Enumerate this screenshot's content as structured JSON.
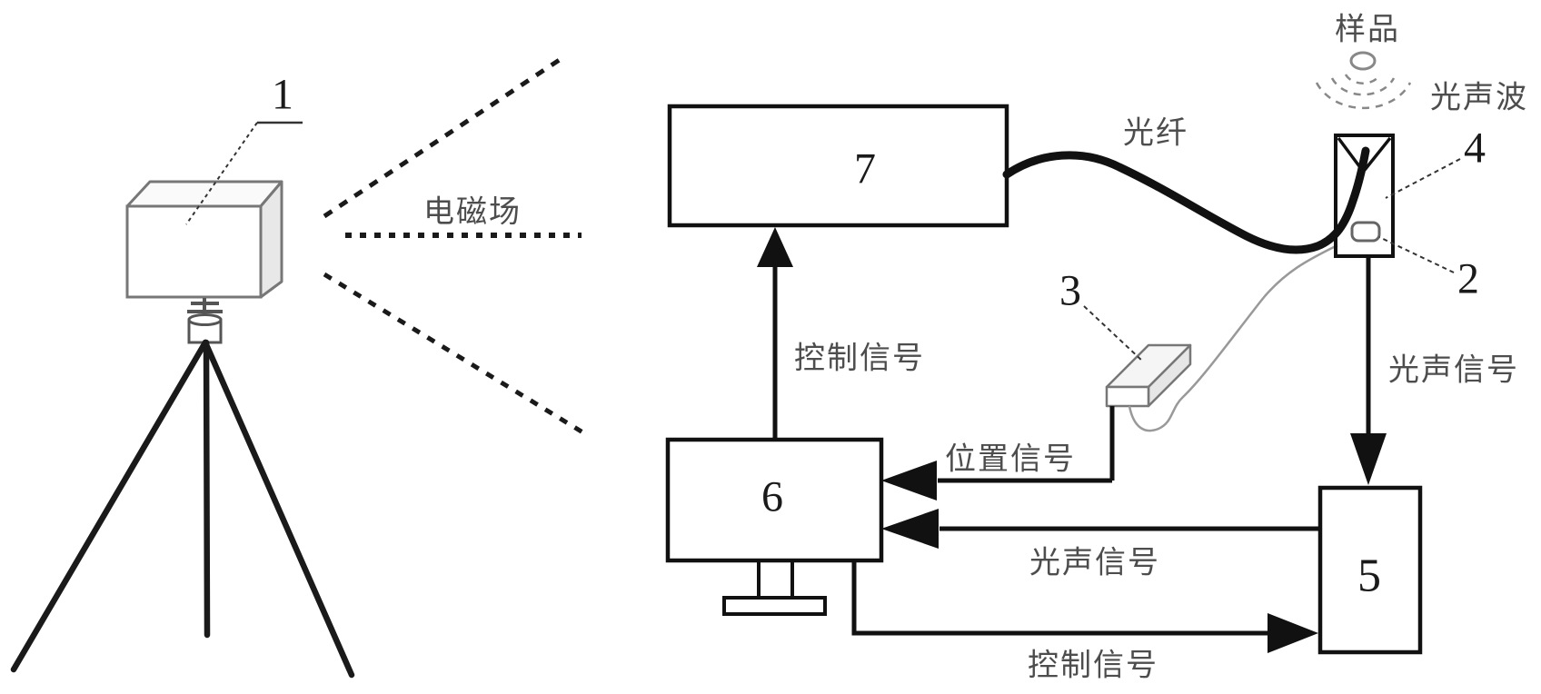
{
  "diagram": {
    "title_context": "photoacoustic-measurement-system-schematic",
    "component_numbers": {
      "n1": "1",
      "n2": "2",
      "n3": "3",
      "n4": "4",
      "n5": "5",
      "n6": "6",
      "n7": "7"
    },
    "labels": {
      "sample": "样品",
      "photoacoustic_wave": "光声波",
      "optical_fiber": "光纤",
      "electromagnetic_field": "电磁场",
      "control_signal_top": "控制信号",
      "position_signal": "位置信号",
      "photoacoustic_signal_mid": "光声信号",
      "photoacoustic_signal_right": "光声信号",
      "control_signal_bottom": "控制信号"
    },
    "colors": {
      "line_black": "#1a1a1a",
      "box_border": "#111111",
      "cjk_text": "#4d4d4d",
      "device_outline": "#777777",
      "sample_outline": "#888888",
      "thin_cable": "#999999",
      "background": "#ffffff"
    }
  }
}
